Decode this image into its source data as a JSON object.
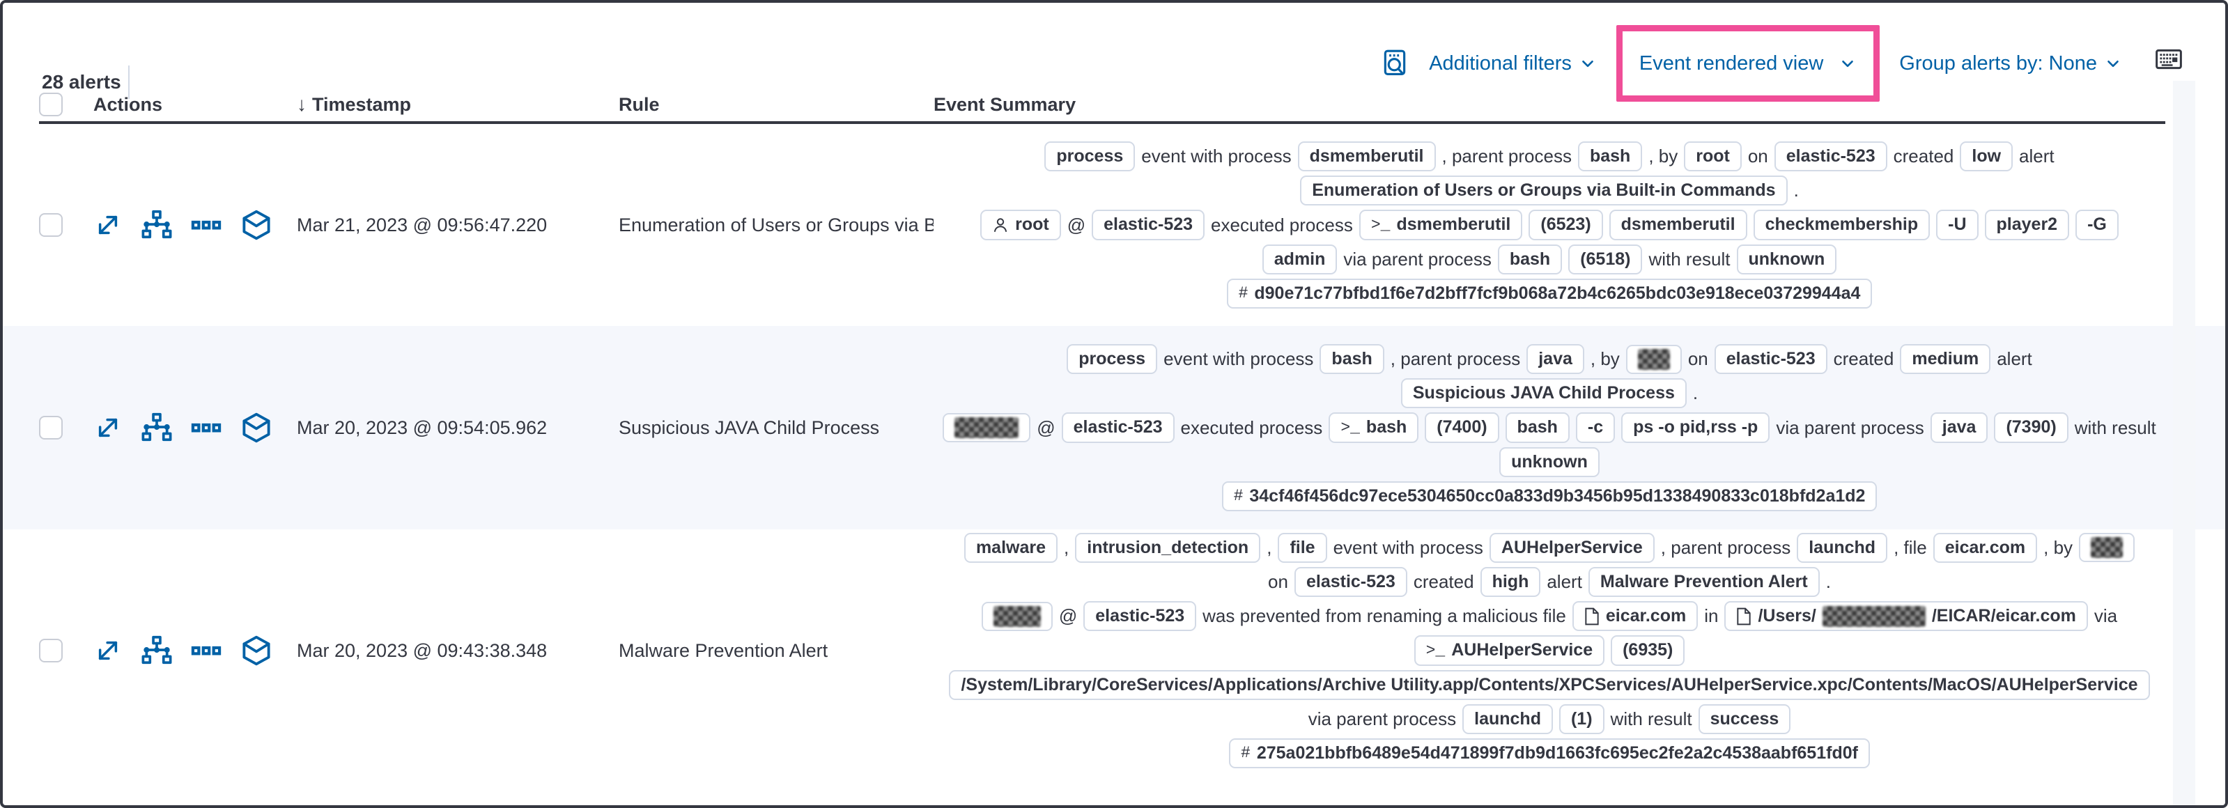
{
  "colors": {
    "accent_blue": "#0061a6",
    "annotation_pink": "#f04e98",
    "text_dark": "#343741",
    "badge_border": "#d3dae6",
    "stripe_bg": "#f5f7fc"
  },
  "toolbar": {
    "alert_count": "28 alerts",
    "additional_filters_label": "Additional filters",
    "view_selector_label": "Event rendered view",
    "group_by_label": "Group alerts by: None",
    "icons": {
      "inspect": "inspect-icon",
      "keyboard": "keyboard-icon"
    }
  },
  "table": {
    "headers": {
      "actions": "Actions",
      "timestamp": "Timestamp",
      "rule": "Rule",
      "summary": "Event Summary"
    },
    "sort_arrow": "↓",
    "rows": [
      {
        "timestamp": "Mar 21, 2023 @ 09:56:47.220",
        "rule": "Enumeration of Users or Groups via Bui",
        "lines": [
          [
            {
              "b": "process"
            },
            {
              "t": "event with process"
            },
            {
              "b": "dsmemberutil"
            },
            {
              "t": ", parent process"
            },
            {
              "b": "bash"
            },
            {
              "t": ", by"
            },
            {
              "b": "root"
            },
            {
              "t": "on"
            },
            {
              "b": "elastic-523"
            },
            {
              "t": "created"
            },
            {
              "b": "low"
            },
            {
              "t": "alert"
            }
          ],
          [
            {
              "b": "Enumeration of Users or Groups via Built-in Commands"
            },
            {
              "t": "."
            }
          ],
          [
            {
              "b": "root",
              "i": "user"
            },
            {
              "t": "@"
            },
            {
              "b": "elastic-523"
            },
            {
              "t": "executed process"
            },
            {
              "b": "dsmemberutil",
              "i": "console"
            },
            {
              "b": "(6523)"
            },
            {
              "b": "dsmemberutil"
            },
            {
              "b": "checkmembership"
            },
            {
              "b": "-U"
            },
            {
              "b": "player2"
            },
            {
              "b": "-G"
            }
          ],
          [
            {
              "b": "admin"
            },
            {
              "t": "via parent process"
            },
            {
              "b": "bash"
            },
            {
              "b": "(6518)"
            },
            {
              "t": "with result"
            },
            {
              "b": "unknown"
            }
          ],
          [
            {
              "b": "d90e71c77bfbd1f6e7d2bff7fcf9b068a72b4c6265bdc03e918ece03729944a4",
              "i": "hash"
            }
          ]
        ]
      },
      {
        "timestamp": "Mar 20, 2023 @ 09:54:05.962",
        "rule": "Suspicious JAVA Child Process",
        "lines": [
          [
            {
              "b": "process"
            },
            {
              "t": "event with process"
            },
            {
              "b": "bash"
            },
            {
              "t": ", parent process"
            },
            {
              "b": "java"
            },
            {
              "t": ", by"
            },
            {
              "r": 46
            },
            {
              "t": "on"
            },
            {
              "b": "elastic-523"
            },
            {
              "t": "created"
            },
            {
              "b": "medium"
            },
            {
              "t": "alert"
            }
          ],
          [
            {
              "b": "Suspicious JAVA Child Process"
            },
            {
              "t": "."
            }
          ],
          [
            {
              "r": 92
            },
            {
              "t": "@"
            },
            {
              "b": "elastic-523"
            },
            {
              "t": "executed process"
            },
            {
              "b": "bash",
              "i": "console"
            },
            {
              "b": "(7400)"
            },
            {
              "b": "bash"
            },
            {
              "b": "-c"
            },
            {
              "b": "ps -o pid,rss -p"
            },
            {
              "t": "via parent process"
            },
            {
              "b": "java"
            },
            {
              "b": "(7390)"
            },
            {
              "t": "with result"
            }
          ],
          [
            {
              "b": "unknown"
            }
          ],
          [
            {
              "b": "34cf46f456dc97ece5304650cc0a833d9b3456b95d1338490833c018bfd2a1d2",
              "i": "hash"
            }
          ]
        ]
      },
      {
        "timestamp": "Mar 20, 2023 @ 09:43:38.348",
        "rule": "Malware Prevention Alert",
        "lines": [
          [
            {
              "b": "malware"
            },
            {
              "t": ","
            },
            {
              "b": "intrusion_detection"
            },
            {
              "t": ","
            },
            {
              "b": "file"
            },
            {
              "t": "event with process"
            },
            {
              "b": "AUHelperService"
            },
            {
              "t": ", parent process"
            },
            {
              "b": "launchd"
            },
            {
              "t": ", file"
            },
            {
              "b": "eicar.com"
            },
            {
              "t": ", by"
            },
            {
              "r": 46
            }
          ],
          [
            {
              "t": "on"
            },
            {
              "b": "elastic-523"
            },
            {
              "t": "created"
            },
            {
              "b": "high"
            },
            {
              "t": "alert"
            },
            {
              "b": "Malware Prevention Alert"
            },
            {
              "t": "."
            }
          ],
          [
            {
              "r": 68
            },
            {
              "t": "@"
            },
            {
              "b": "elastic-523"
            },
            {
              "t": "was prevented from renaming a malicious file"
            },
            {
              "b": "eicar.com",
              "i": "document"
            },
            {
              "t": "in"
            },
            {
              "i": "document",
              "pre": "/Users/",
              "mid": 148,
              "post": "/EICAR/eicar.com"
            },
            {
              "t": "via"
            }
          ],
          [
            {
              "b": "AUHelperService",
              "i": "console"
            },
            {
              "b": "(6935)"
            }
          ],
          [
            {
              "b": "/System/Library/CoreServices/Applications/Archive Utility.app/Contents/XPCServices/AUHelperService.xpc/Contents/MacOS/AUHelperService"
            }
          ],
          [
            {
              "t": "via parent process"
            },
            {
              "b": "launchd"
            },
            {
              "b": "(1)"
            },
            {
              "t": "with result"
            },
            {
              "b": "success"
            }
          ],
          [
            {
              "b": "275a021bbfb6489e54d471899f7db9d1663fc695ec2fe2a2c4538aabf651fd0f",
              "i": "hash"
            }
          ]
        ]
      }
    ]
  }
}
